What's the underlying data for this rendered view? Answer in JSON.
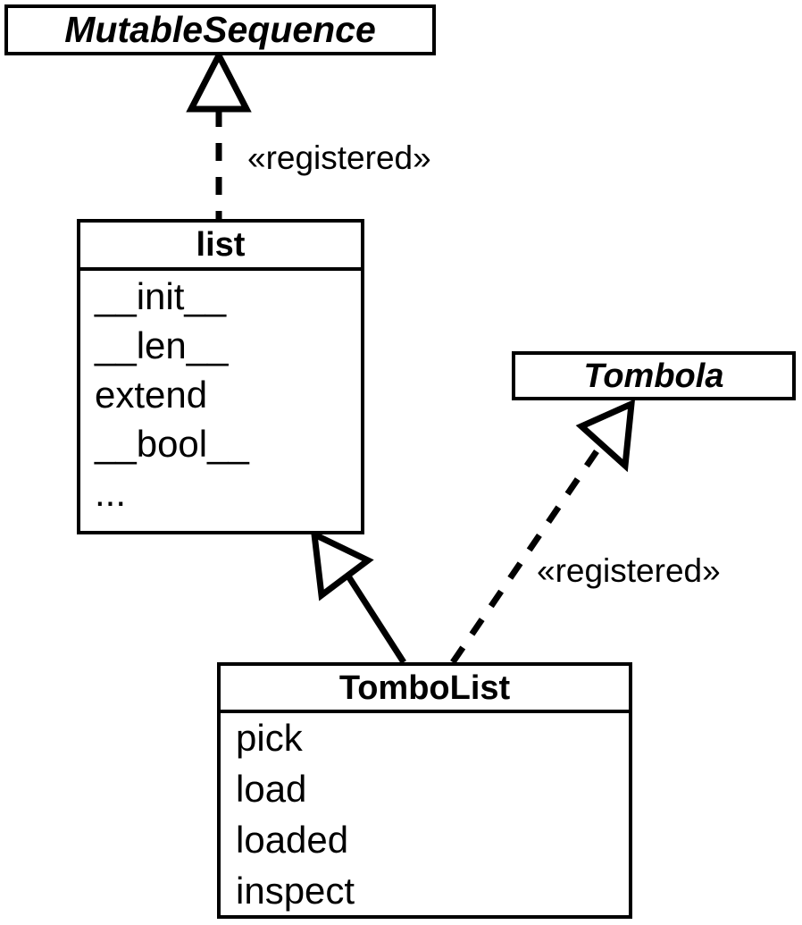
{
  "diagram": {
    "kind": "uml-class-diagram",
    "background_color": "#ffffff",
    "line_color": "#000000"
  },
  "classes": [
    {
      "id": "mutablesequence",
      "name": "MutableSequence",
      "abstract": true,
      "members": []
    },
    {
      "id": "list",
      "name": "list",
      "abstract": false,
      "members": [
        "__init__",
        "__len__",
        "extend",
        "__bool__",
        "..."
      ]
    },
    {
      "id": "tombola",
      "name": "Tombola",
      "abstract": true,
      "members": []
    },
    {
      "id": "tombolist",
      "name": "TomboList",
      "abstract": false,
      "members": [
        "pick",
        "load",
        "loaded",
        "inspect"
      ]
    }
  ],
  "relations": [
    {
      "id": "list-registers-mutablesequence",
      "from": "list",
      "to": "mutablesequence",
      "style": "dashed",
      "arrow": "hollow-triangle",
      "stereotype": "«registered»"
    },
    {
      "id": "tombolist-inherits-list",
      "from": "tombolist",
      "to": "list",
      "style": "solid",
      "arrow": "hollow-triangle",
      "stereotype": ""
    },
    {
      "id": "tombolist-registers-tombola",
      "from": "tombolist",
      "to": "tombola",
      "style": "dashed",
      "arrow": "hollow-triangle",
      "stereotype": "«registered»"
    }
  ],
  "labels": {
    "registered_top": "«registered»",
    "registered_right": "«registered»"
  }
}
